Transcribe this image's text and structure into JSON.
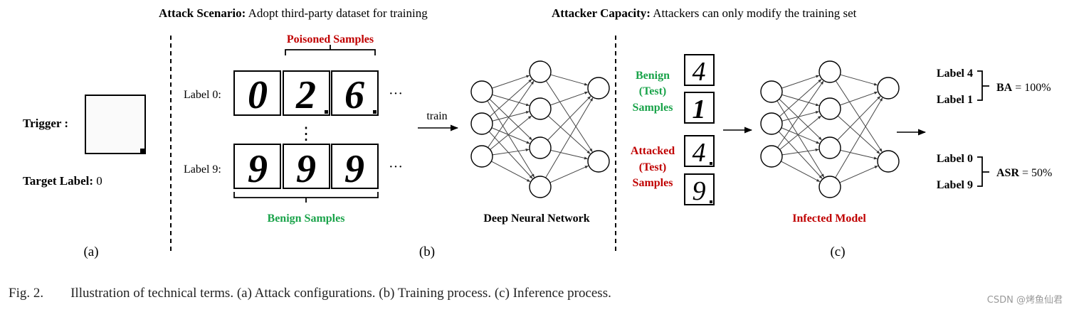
{
  "panel_a": {
    "trigger_label": "Trigger :",
    "target_label_bold": "Target Label:",
    "target_label_value": "0",
    "caption": "(a)"
  },
  "panel_b": {
    "scenario_bold": "Attack Scenario:",
    "scenario_text": "Adopt third-party dataset for training",
    "poisoned_title": "Poisoned Samples",
    "row_top_label": "Label 0:",
    "row_bottom_label": "Label 9:",
    "top_digits": [
      "0",
      "2",
      "6"
    ],
    "bottom_digits": [
      "9",
      "9",
      "9"
    ],
    "ellipsis": "···",
    "vertical_dots": "⋮",
    "benign_title": "Benign Samples",
    "train_label": "train",
    "network_caption": "Deep Neural Network",
    "caption": "(b)"
  },
  "panel_c": {
    "capacity_bold": "Attacker Capacity:",
    "capacity_text": "Attackers can only modify the training set",
    "benign_label_lines": [
      "Benign",
      "(Test)",
      "Samples"
    ],
    "attacked_label_lines": [
      "Attacked",
      "(Test)",
      "Samples"
    ],
    "benign_digits": [
      "4",
      "1"
    ],
    "attacked_digits": [
      "4",
      "9"
    ],
    "model_caption": "Infected Model",
    "outputs_top": [
      "Label 4",
      "Label 1"
    ],
    "outputs_bottom": [
      "Label 0",
      "Label 9"
    ],
    "ba_bold": "BA",
    "ba_value": " = 100%",
    "asr_bold": "ASR",
    "asr_value": " = 50%",
    "caption": "(c)"
  },
  "figure_caption": "Fig. 2.  Illustration of technical terms. (a) Attack configurations. (b) Training process. (c) Inference process.",
  "watermark": "CSDN @烤鱼仙君",
  "colors": {
    "poisoned": "#c00000",
    "benign": "#1aa34a",
    "attacked": "#c00000",
    "infected": "#c00000",
    "text": "#000000"
  }
}
